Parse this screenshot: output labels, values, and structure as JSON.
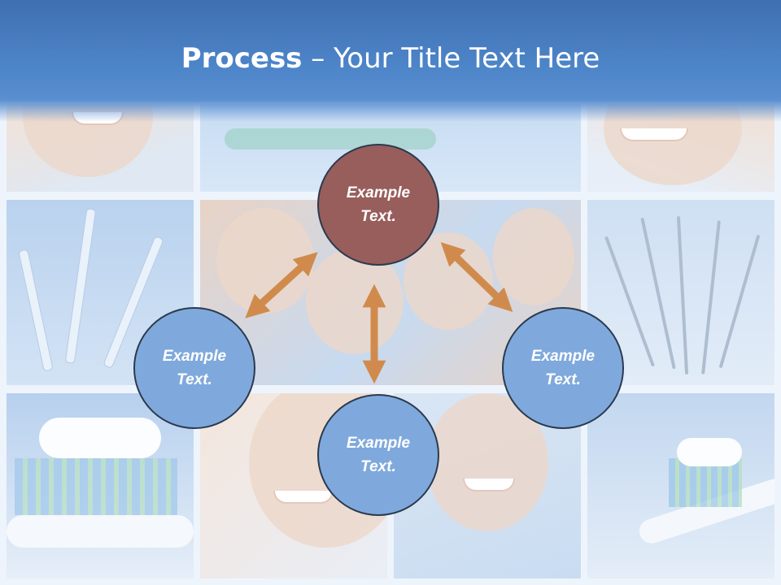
{
  "slide": {
    "title_bold": "Process",
    "title_rest": " – Your Title Text Here"
  },
  "nodes": {
    "top": {
      "line1": "Example",
      "line2": "Text."
    },
    "left": {
      "line1": "Example",
      "line2": "Text."
    },
    "right": {
      "line1": "Example",
      "line2": "Text."
    },
    "bottom": {
      "line1": "Example",
      "line2": "Text."
    }
  },
  "colors": {
    "header": "#4d85c9",
    "node_top": "#985e5b",
    "node_blue": "#7fa9dc",
    "arrow": "#d08b4c",
    "node_border": "#2b3a4e"
  },
  "icons": [
    "double-arrow-icon"
  ]
}
